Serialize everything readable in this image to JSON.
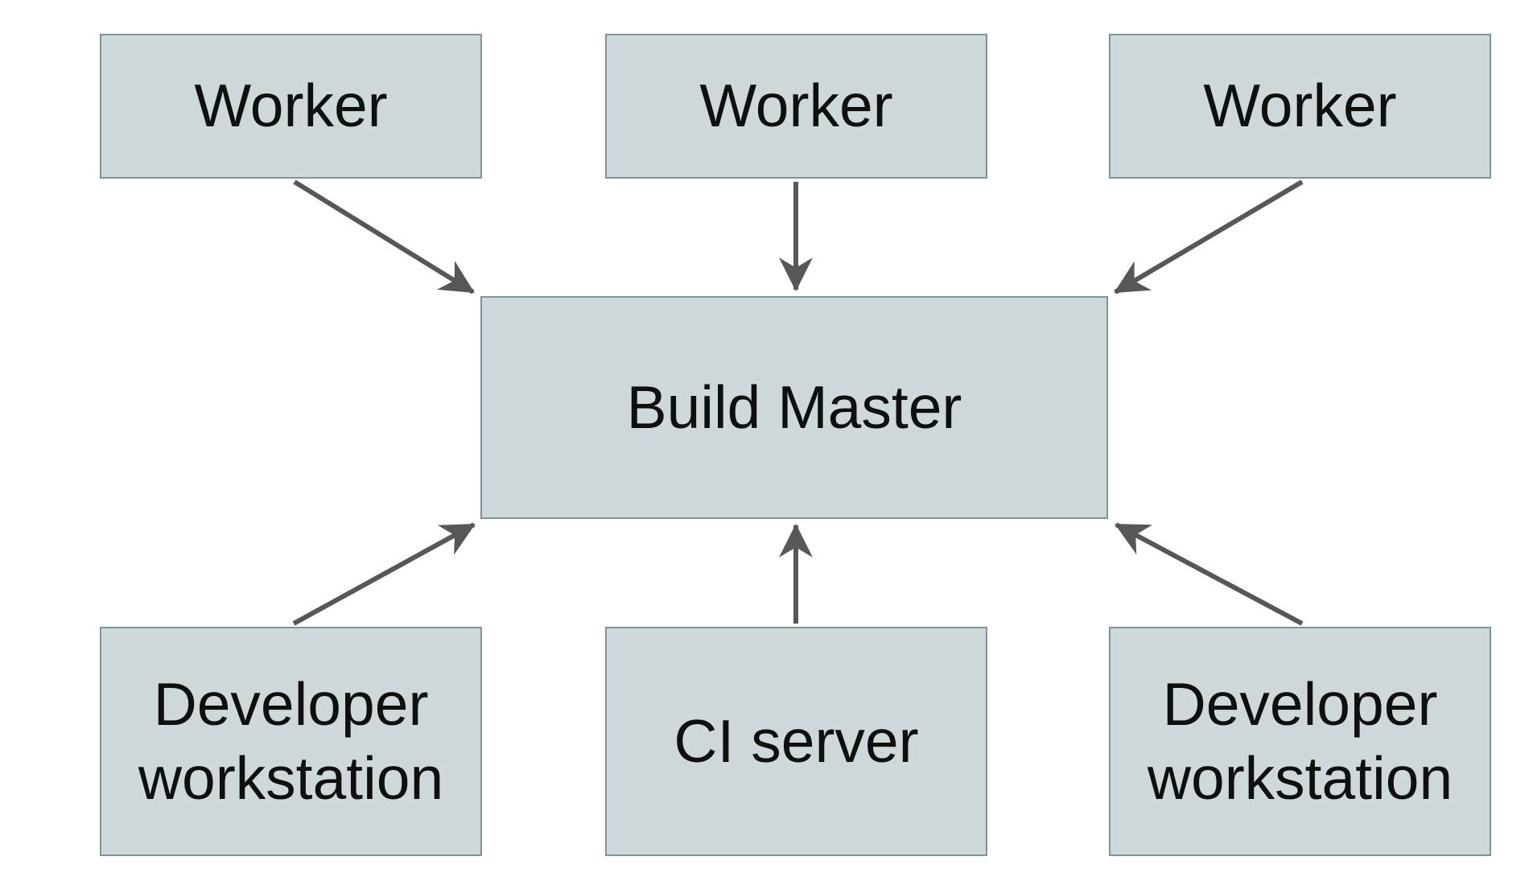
{
  "diagram": {
    "type": "architecture-flow",
    "background": "#ffffff",
    "colors": {
      "node_fill": "#cfd8da",
      "node_border": "#7d949d",
      "arrow": "#555758",
      "text": "#0e0f0f"
    },
    "nodes": [
      {
        "id": "worker-1",
        "label": "Worker"
      },
      {
        "id": "worker-2",
        "label": "Worker"
      },
      {
        "id": "worker-3",
        "label": "Worker"
      },
      {
        "id": "build-master",
        "label": "Build Master"
      },
      {
        "id": "developer-workstation-1",
        "label": "Developer workstation"
      },
      {
        "id": "ci-server",
        "label": "CI server"
      },
      {
        "id": "developer-workstation-2",
        "label": "Developer workstation"
      }
    ],
    "edges": [
      {
        "from": "worker-1",
        "to": "build-master"
      },
      {
        "from": "worker-2",
        "to": "build-master"
      },
      {
        "from": "worker-3",
        "to": "build-master"
      },
      {
        "from": "developer-workstation-1",
        "to": "build-master"
      },
      {
        "from": "ci-server",
        "to": "build-master"
      },
      {
        "from": "developer-workstation-2",
        "to": "build-master"
      }
    ]
  }
}
